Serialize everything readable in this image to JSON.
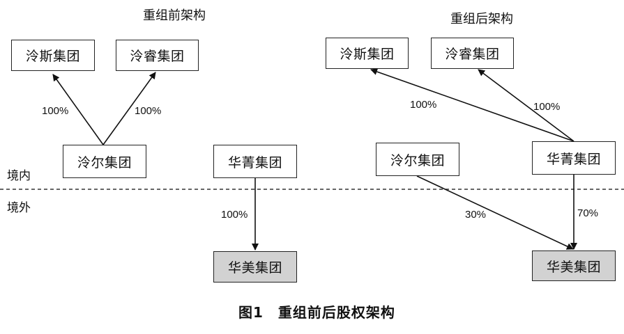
{
  "headings": {
    "before": "重组前架构",
    "after": "重组后架构"
  },
  "regions": {
    "domestic": "境内",
    "overseas": "境外"
  },
  "before": {
    "lengsi": "泠斯集团",
    "lengrui": "泠睿集团",
    "lenger": "泠尔集团",
    "huajing": "华菁集团",
    "huamei": "华美集团",
    "pct_lenger_lengsi": "100%",
    "pct_lenger_lengrui": "100%",
    "pct_huajing_huamei": "100%"
  },
  "after": {
    "lengsi": "泠斯集团",
    "lengrui": "泠睿集团",
    "lenger": "泠尔集团",
    "huajing": "华菁集团",
    "huamei": "华美集团",
    "pct_huajing_lengsi": "100%",
    "pct_huajing_lengrui": "100%",
    "pct_lenger_huamei": "30%",
    "pct_huajing_huamei": "70%"
  },
  "caption": "图1　重组前后股权架构"
}
